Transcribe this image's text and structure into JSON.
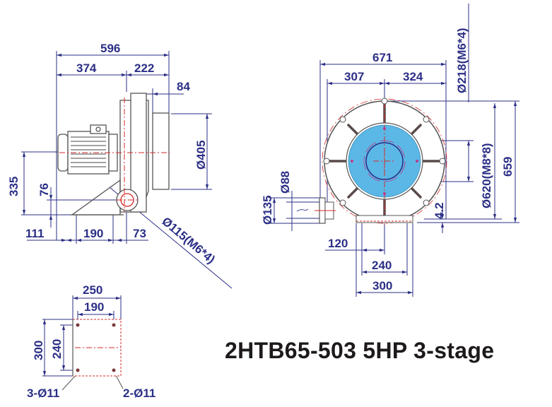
{
  "title": "2HTB65-503 5HP 3-stage",
  "colors": {
    "dimension": "#2b2f86",
    "outline": "#555555",
    "centerline": "#d42a2a",
    "inlet_fill": "#5bb8e6"
  },
  "side_view": {
    "overall_length": "596",
    "motor_section": "374",
    "blower_section": "222",
    "flange_offset": "84",
    "inlet_diameter": "Ø405",
    "center_height": "335",
    "outlet_height": "76",
    "base_left": "111",
    "base_width": "190",
    "outlet_offset": "73",
    "outlet_flange": "Ø115(M6*4)"
  },
  "front_view": {
    "overall_width": "671",
    "left_half": "307",
    "right_half": "324",
    "inlet_bolt_circle": "Ø218(M6*4)",
    "casing_bolt_circle": "Ø620(M8*8)",
    "overall_height": "659",
    "foot_gap": "4.2",
    "outlet_inner": "Ø88",
    "outlet_outer": "Ø135",
    "foot_half": "120",
    "foot_bolt_span": "240",
    "foot_width": "300"
  },
  "base_plate": {
    "width": "250",
    "bolt_span_x": "190",
    "depth": "300",
    "bolt_span_y": "240",
    "holes_left": "3-Ø11",
    "holes_right": "2-Ø11"
  }
}
